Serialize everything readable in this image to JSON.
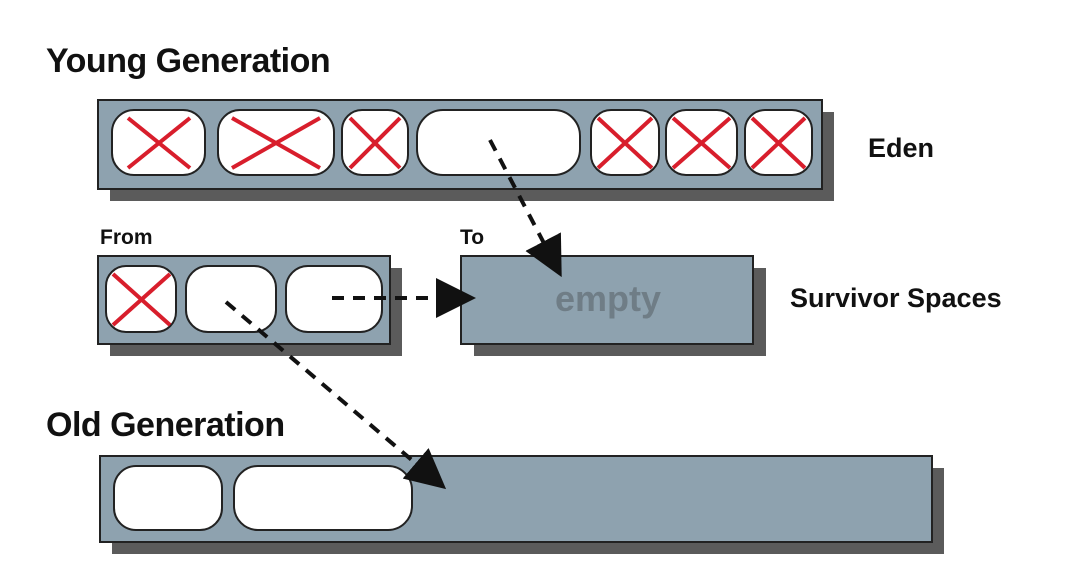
{
  "headings": {
    "young_generation": "Young Generation",
    "old_generation": "Old Generation"
  },
  "labels": {
    "eden": "Eden",
    "from": "From",
    "to": "To",
    "survivor_spaces": "Survivor Spaces",
    "empty": "empty"
  },
  "colors": {
    "region_fill": "#8ea2af",
    "shadow": "#5b5b5b",
    "object_fill": "#ffffff",
    "dead_mark": "#d81e2c",
    "arrow": "#111111",
    "empty_text": "#6f7d86"
  },
  "regions": {
    "eden_objects": [
      "dead",
      "dead",
      "dead",
      "live",
      "dead",
      "dead",
      "dead"
    ],
    "from_objects": [
      "dead",
      "live",
      "live"
    ],
    "to_objects": [],
    "old_objects": [
      "live",
      "live"
    ]
  }
}
